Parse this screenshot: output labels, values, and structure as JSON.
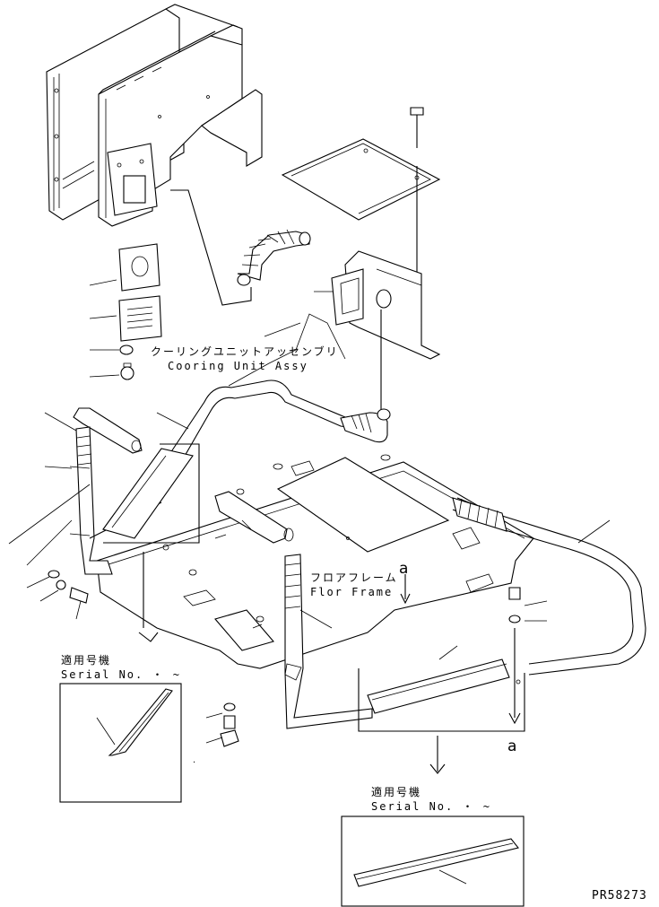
{
  "labels": {
    "cooling_unit_jp": "クーリングユニットアッセンブリ",
    "cooling_unit_en": "Cooring Unit Assy",
    "floor_frame_jp": "フロアフレーム",
    "floor_frame_en": "Flor Frame",
    "ref_a_top": "a",
    "ref_a_bottom": "a",
    "applicable_left_jp": "適用号機",
    "serial_left": "Serial No.  ・  ~",
    "applicable_right_jp": "適用号機",
    "serial_right": "Serial No.  ・  ~",
    "part_number": "PR58273"
  }
}
